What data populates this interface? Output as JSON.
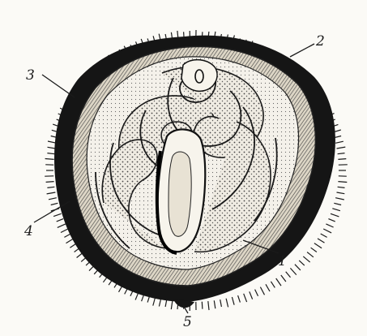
{
  "labels": {
    "l1": "1",
    "l2": "2",
    "l3": "3",
    "l4": "4",
    "l5": "5"
  },
  "colors": {
    "ink": "#151515",
    "paper": "#fbfaf6",
    "fill_light": "#eeeae0",
    "fill_medium": "#dcd6c8"
  }
}
